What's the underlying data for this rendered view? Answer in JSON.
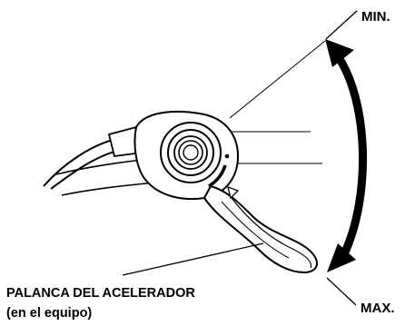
{
  "labels": {
    "min": "MIN.",
    "max": "MAX.",
    "lever_title": "PALANCA DEL ACELERADOR",
    "lever_subtitle": "(en el equipo)"
  },
  "colors": {
    "ink": "#000000",
    "background": "#ffffff"
  }
}
